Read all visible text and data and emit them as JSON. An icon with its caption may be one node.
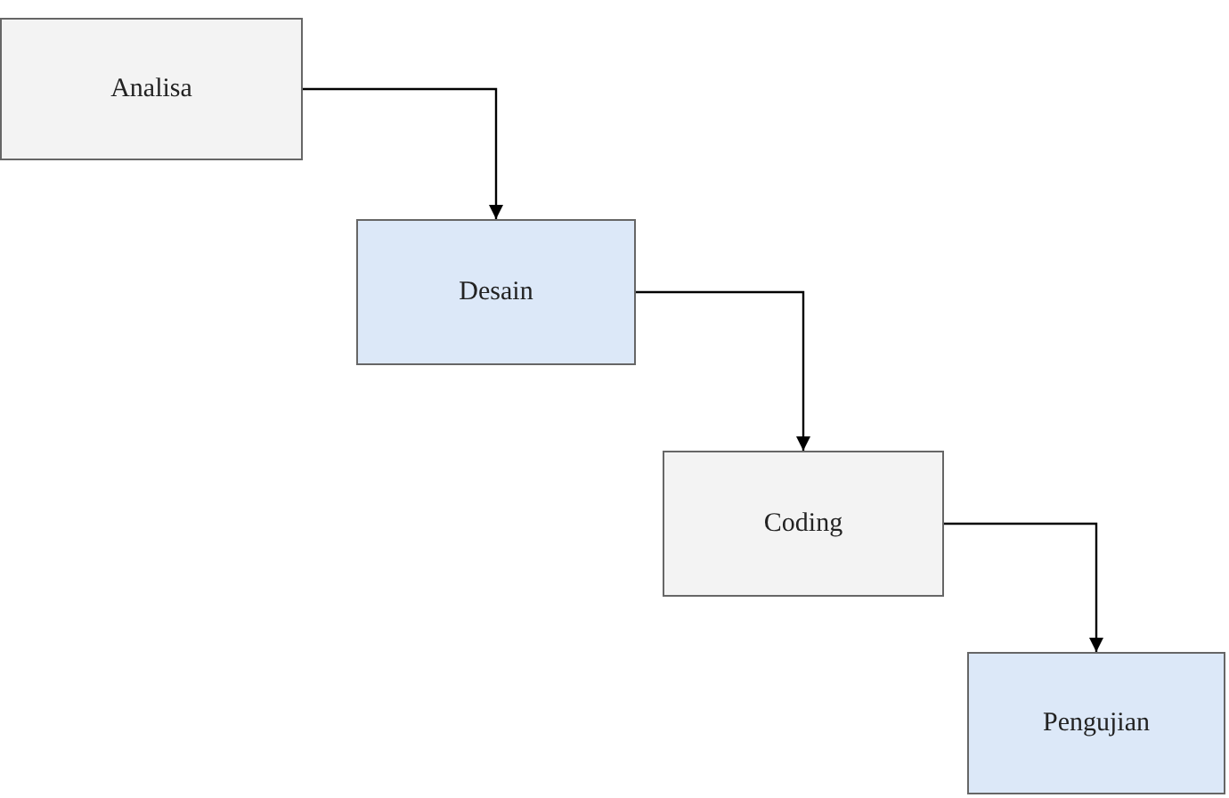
{
  "diagram": {
    "nodes": [
      {
        "text": [
          "Analisa"
        ]
      },
      {
        "text": [
          "Desain"
        ]
      },
      {
        "text": [
          "Coding"
        ]
      },
      {
        "text": [
          "Pengujian"
        ]
      }
    ],
    "edges": [
      {
        "from": 0,
        "to": 1,
        "arrow": "to"
      },
      {
        "from": 1,
        "to": 2,
        "arrow": "to"
      },
      {
        "from": 2,
        "to": 3,
        "arrow": "to"
      }
    ]
  }
}
